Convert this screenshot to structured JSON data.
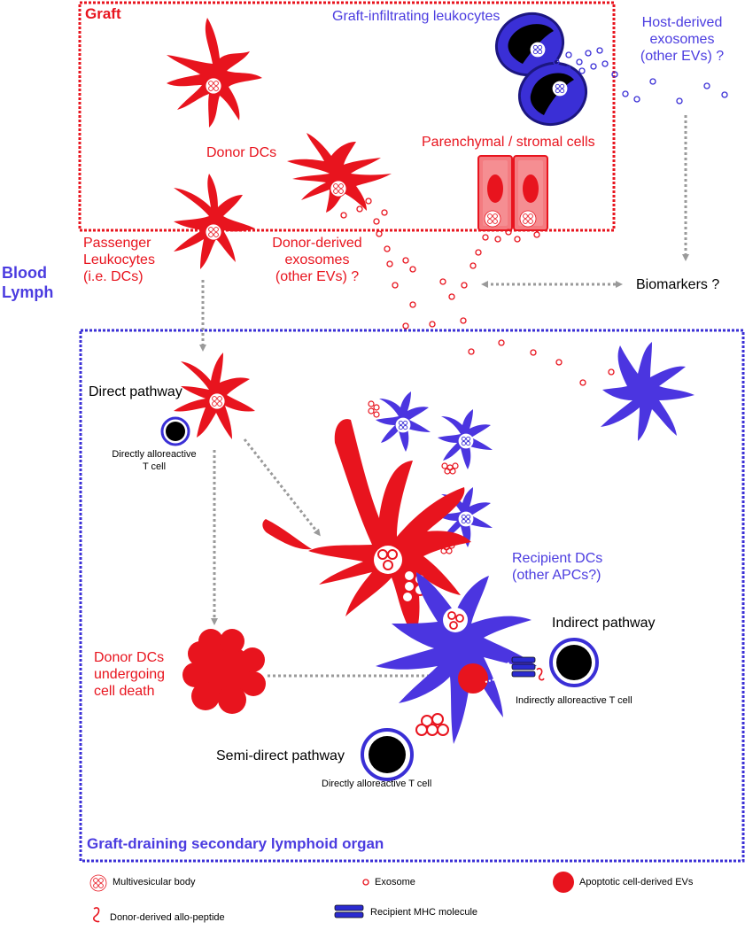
{
  "regions": {
    "graft": "Graft",
    "blood_lymph": "Blood\nLymph",
    "lymphoid_organ": "Graft-draining secondary lymphoid organ"
  },
  "labels": {
    "graft_infiltrating": "Graft-infiltrating leukocytes",
    "host_exosomes": "Host-derived\nexosomes\n(other EVs) ?",
    "donor_dcs": "Donor DCs",
    "parenchymal": "Parenchymal / stromal cells",
    "passenger": "Passenger\nLeukocytes\n(i.e. DCs)",
    "donor_exosomes": "Donor-derived\nexosomes\n(other EVs) ?",
    "biomarkers": "Biomarkers ?",
    "direct_pathway": "Direct pathway",
    "directly_tcell_1": "Directly alloreactive\nT cell",
    "recipient_dcs": "Recipient DCs\n(other APCs?)",
    "indirect_pathway": "Indirect pathway",
    "indirectly_tcell": "Indirectly alloreactive T cell",
    "dying_dcs": "Donor DCs\nundergoing\ncell death",
    "semidirect_pathway": "Semi-direct pathway",
    "directly_tcell_2": "Directly alloreactive T cell"
  },
  "legend": {
    "mvb": "Multivesicular body",
    "exosome": "Exosome",
    "apoptotic": "Apoptotic cell-derived EVs",
    "allopeptide": "Donor-derived allo-peptide",
    "mhc": "Recipient MHC molecule"
  },
  "colors": {
    "donor": "#e8141e",
    "recipient": "#4b35e0",
    "tcell_ring": "#3a2fd6",
    "arrow": "#9a9a9a"
  }
}
